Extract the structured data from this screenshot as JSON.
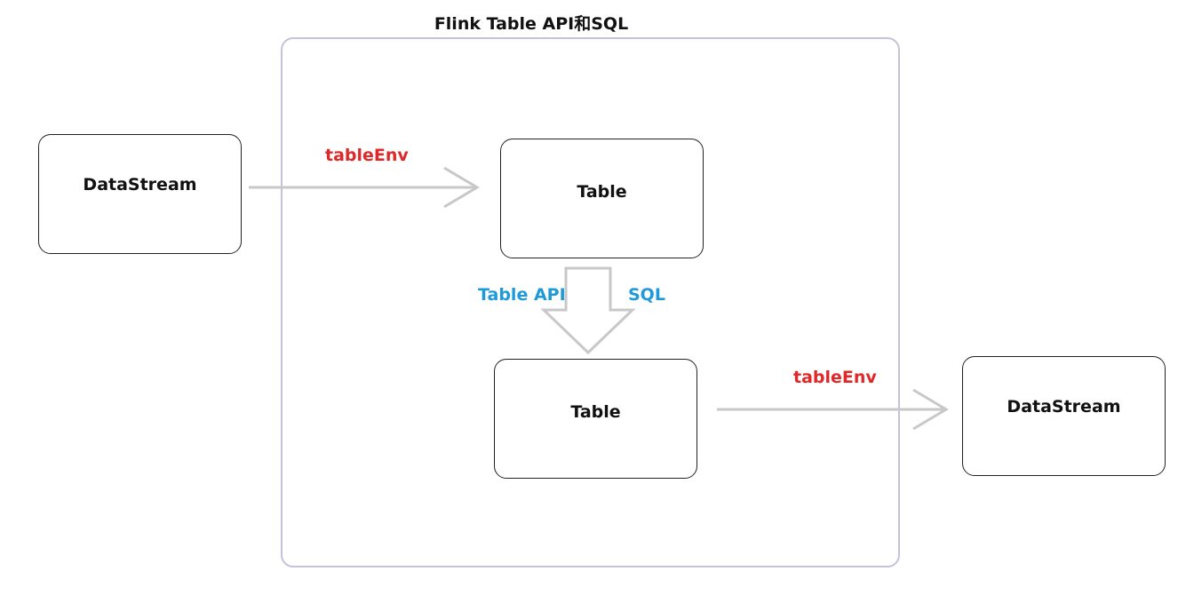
{
  "diagram": {
    "group_title": "Flink Table API和SQL",
    "nodes": {
      "datastream_in": "DataStream",
      "table_top": "Table",
      "table_bottom": "Table",
      "datastream_out": "DataStream"
    },
    "edges": {
      "to_table": "tableEnv",
      "to_datastream": "tableEnv",
      "transform_left": "Table API",
      "transform_right": "SQL"
    },
    "colors": {
      "group_border": "#c4c2dc",
      "arrow": "#c8c8c8",
      "edge_label_red": "#e02828",
      "edge_label_blue": "#1f9ad8",
      "node_border": "#222222"
    }
  }
}
